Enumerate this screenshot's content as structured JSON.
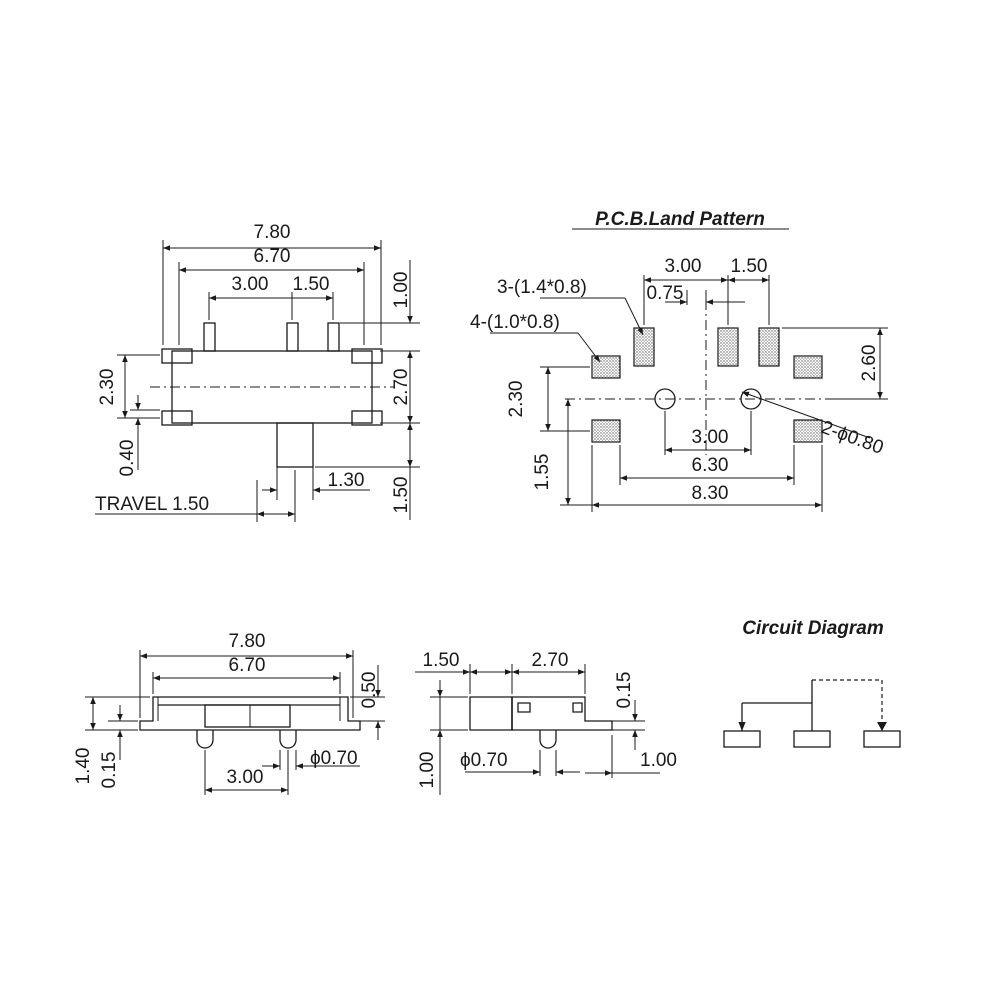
{
  "top_view": {
    "dims": [
      "7.80",
      "6.70",
      "3.00",
      "1.50",
      "1.00",
      "2.30",
      "2.70",
      "0.40",
      "1.30",
      "1.50"
    ],
    "travel_label": "TRAVEL 1.50"
  },
  "pcb": {
    "title": "P.C.B.Land Pattern",
    "dims": [
      "3.00",
      "1.50",
      "0.75",
      "2.60",
      "2.30",
      "1.55",
      "3.00",
      "6.30",
      "8.30"
    ],
    "pad_large_label": "3-(1.4*0.8)",
    "pad_small_label": "4-(1.0*0.8)",
    "hole_label": "2-ϕ0.80"
  },
  "front_view": {
    "dims": [
      "7.80",
      "6.70",
      "0.50",
      "1.40",
      "0.15",
      "3.00",
      "ϕ0.70"
    ]
  },
  "side_view": {
    "dims": [
      "1.50",
      "2.70",
      "0.15",
      "1.00",
      "ϕ0.70",
      "1.00"
    ]
  },
  "circuit": {
    "title": "Circuit Diagram"
  }
}
